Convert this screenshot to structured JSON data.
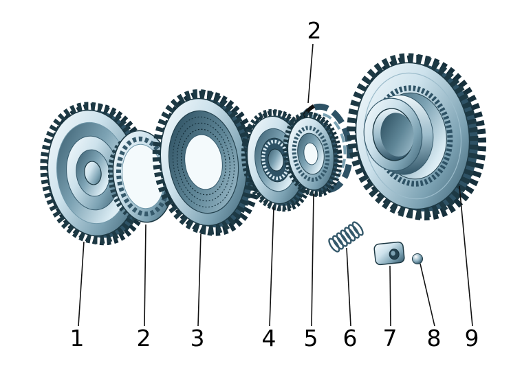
{
  "figure": {
    "type": "exploded-view-diagram",
    "subject": "gear-and-synchronizer-assembly",
    "background": "#ffffff",
    "label_color": "#000000",
    "line_color": "#111111",
    "metal_palette": {
      "darkest": "#16303c",
      "dark": "#2e5265",
      "mid": "#7ca2b3",
      "light": "#cde2ec",
      "lightest": "#f8fcfe"
    },
    "callouts": {
      "top": {
        "label": "2",
        "target": "retaining-ring"
      },
      "bottom": [
        {
          "label": "1",
          "target": "gear-with-synchro-cone"
        },
        {
          "label": "2",
          "target": "inner-ring"
        },
        {
          "label": "3",
          "target": "synchronizer-ring"
        },
        {
          "label": "4",
          "target": "synchronizer-hub"
        },
        {
          "label": "5",
          "target": "sliding-sleeve"
        },
        {
          "label": "6",
          "target": "spring"
        },
        {
          "label": "7",
          "target": "key-block"
        },
        {
          "label": "8",
          "target": "ball"
        },
        {
          "label": "9",
          "target": "gear-with-collar"
        }
      ]
    }
  }
}
